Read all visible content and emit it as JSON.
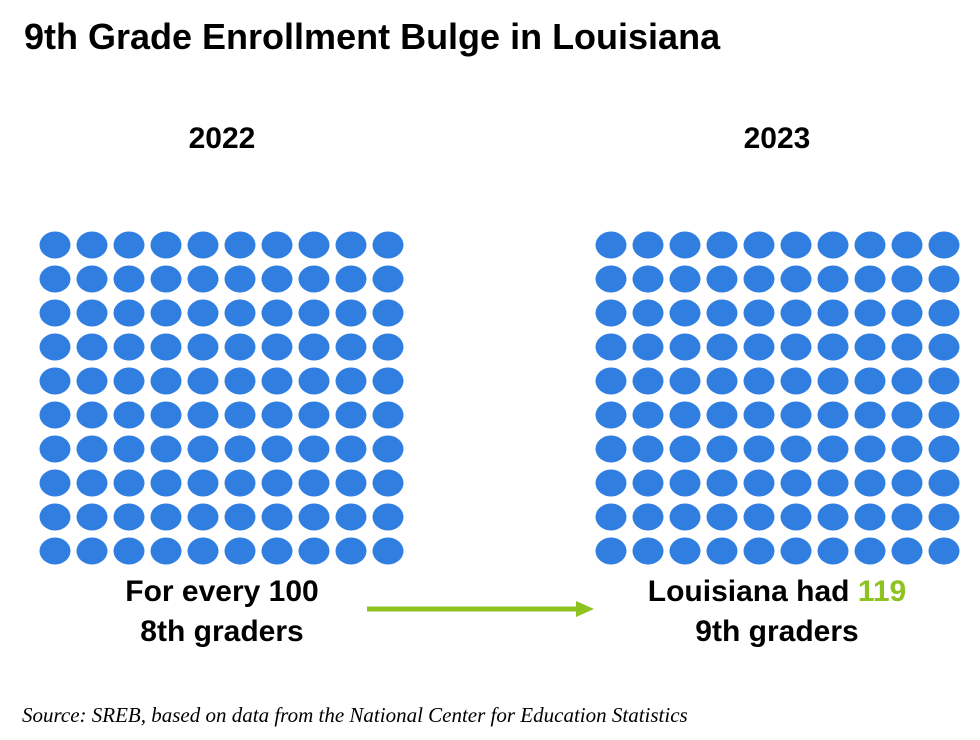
{
  "title": "9th Grade Enrollment Bulge in Louisiana",
  "colors": {
    "dot": "#2f7ee0",
    "arrow": "#8dc21f",
    "highlight": "#8dc21f"
  },
  "chart_data": {
    "type": "pictogram",
    "panels": [
      {
        "year": "2022",
        "count": 100,
        "caption_line1": "For every 100",
        "caption_line2": "8th graders"
      },
      {
        "year": "2023",
        "count": 119,
        "visible_count": 100,
        "caption_prefix": "Louisiana had ",
        "caption_value": "119",
        "caption_line2": "9th graders"
      }
    ]
  },
  "source": "Source: SREB, based on data from the National Center for Education Statistics"
}
